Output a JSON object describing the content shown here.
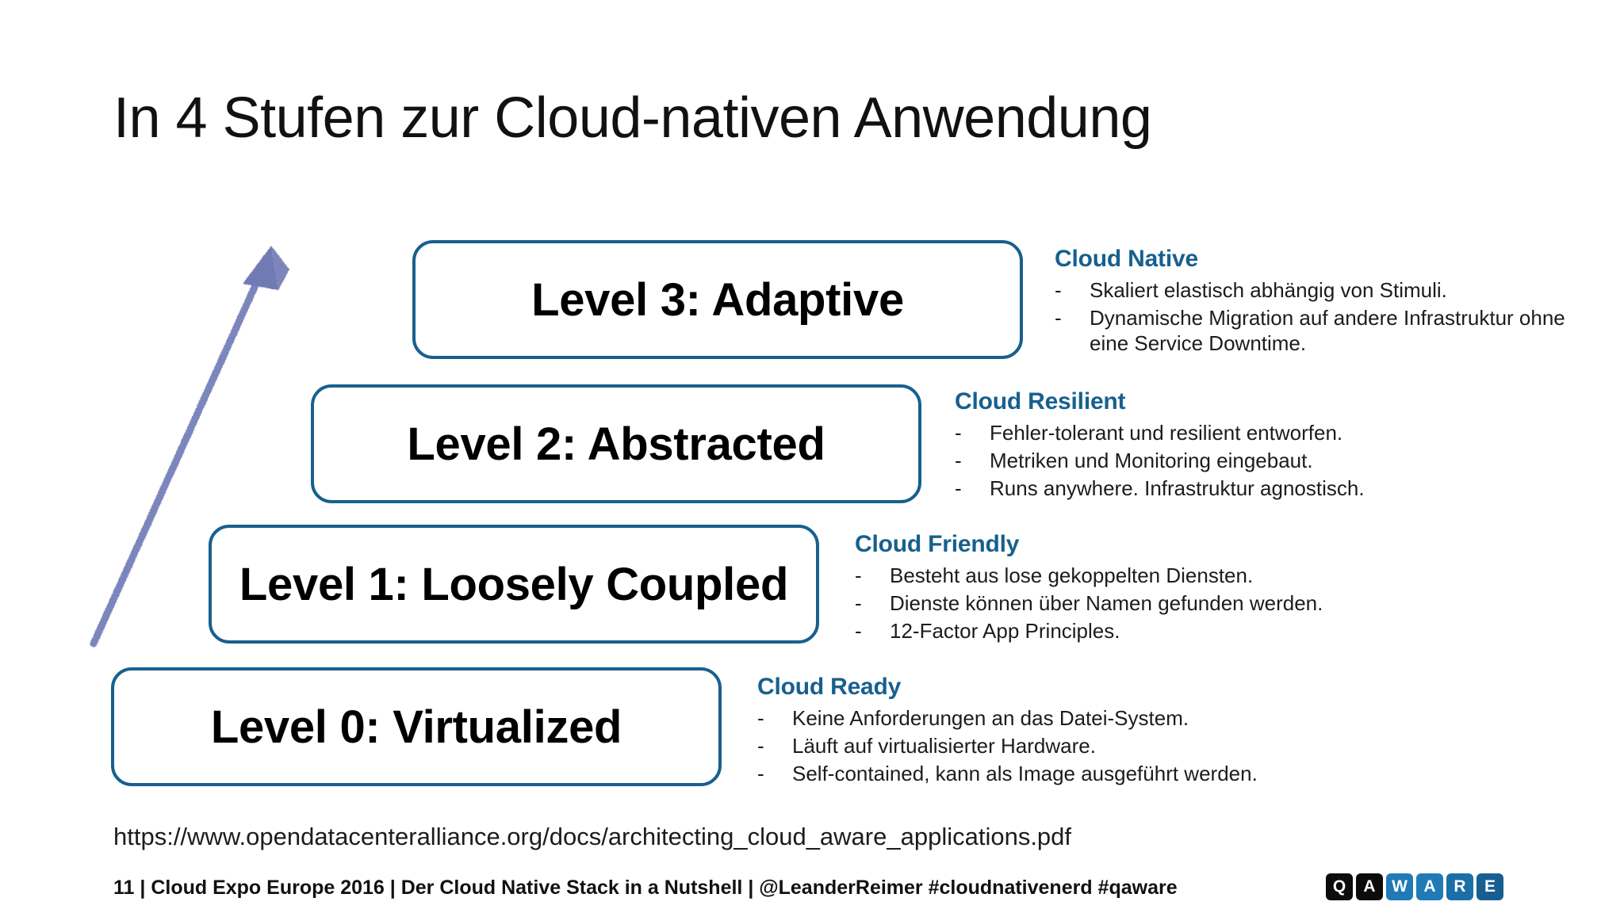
{
  "slide": {
    "title": "In 4 Stufen zur Cloud-nativen Anwendung",
    "source_url": "https://www.opendatacenteralliance.org/docs/architecting_cloud_aware_applications.pdf",
    "footer": "11 | Cloud Expo Europe 2016 | Der Cloud Native Stack in a Nutshell | @LeanderReimer #cloudnativenerd #qaware"
  },
  "colors": {
    "accent_blue": "#17608e",
    "arrow_blue": "#7b86bc",
    "text_black": "#111111",
    "background": "#ffffff"
  },
  "levels": [
    {
      "id": "level-3",
      "label": "Level 3: Adaptive"
    },
    {
      "id": "level-2",
      "label": "Level 2: Abstracted"
    },
    {
      "id": "level-1",
      "label": "Level 1: Loosely Coupled"
    },
    {
      "id": "level-0",
      "label": "Level 0: Virtualized"
    }
  ],
  "annotations": [
    {
      "id": "cloud-native",
      "heading": "Cloud Native",
      "bullet_marker": "-",
      "items": [
        "Skaliert elastisch abhängig von Stimuli.",
        "Dynamische Migration auf andere Infrastruktur ohne eine Service Downtime."
      ]
    },
    {
      "id": "cloud-resilient",
      "heading": "Cloud Resilient",
      "bullet_marker": "-",
      "items": [
        "Fehler-tolerant und resilient entworfen.",
        "Metriken und Monitoring eingebaut.",
        "Runs anywhere. Infrastruktur agnostisch."
      ]
    },
    {
      "id": "cloud-friendly",
      "heading": "Cloud Friendly",
      "bullet_marker": "-",
      "items": [
        "Besteht aus lose gekoppelten Diensten.",
        "Dienste können über Namen gefunden werden.",
        "12-Factor App Principles."
      ]
    },
    {
      "id": "cloud-ready",
      "heading": "Cloud Ready",
      "bullet_marker": "-",
      "items": [
        "Keine Anforderungen an das Datei-System.",
        "Läuft auf virtualisierter Hardware.",
        "Self-contained, kann als Image ausgeführt werden."
      ]
    }
  ],
  "logo": {
    "tiles": [
      "Q",
      "A",
      "W",
      "A",
      "R",
      "E"
    ]
  }
}
